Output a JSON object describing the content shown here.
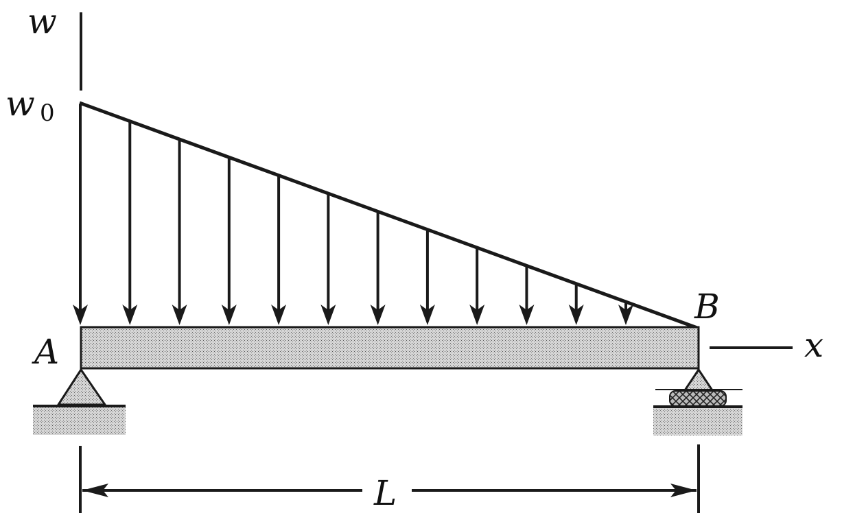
{
  "diagram": {
    "axis_w_label": "w",
    "load_w_label": "w",
    "load_w_subscript": "0",
    "point_a_label": "A",
    "point_b_label": "B",
    "axis_x_label": "x",
    "span_label": "L",
    "load_arrow_count": 12,
    "colors": {
      "ink": "#1a1a1a",
      "beam_fill": "#c9c9c9",
      "support_fill": "#b5b5b5",
      "ground_fill": "#d2d2d2"
    }
  }
}
